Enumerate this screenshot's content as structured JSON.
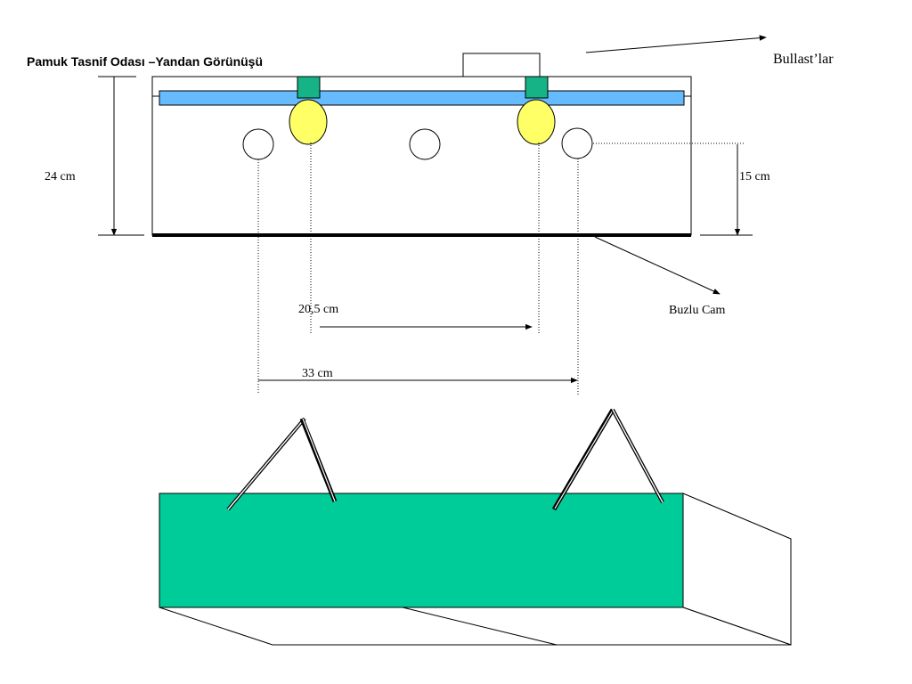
{
  "title": "Pamuk Tasnif Odası –Yandan Görünüşü",
  "labels": {
    "ballasts": "Bullast’lar",
    "frosted_glass": "Buzlu Cam",
    "height_total": "24 cm",
    "height_lamp": "15 cm",
    "span_inner": "20,5 cm",
    "span_outer": "33 cm"
  },
  "colors": {
    "diffuser": "#66bbff",
    "ballast": "#15b385",
    "lamp": "#ffff66",
    "box_front": "#00cc99",
    "outline": "#000000"
  }
}
